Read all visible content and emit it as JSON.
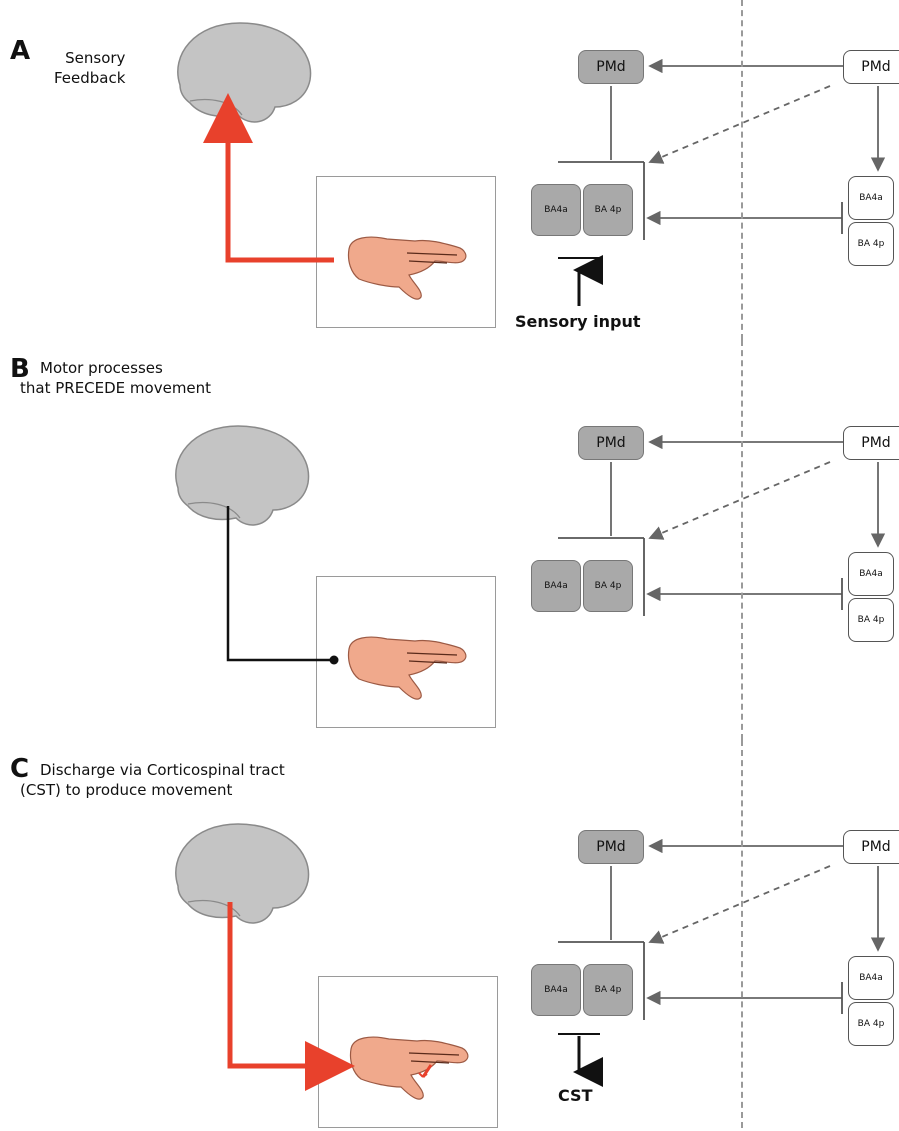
{
  "panels": [
    {
      "letter": "A",
      "caption_lines": [
        "Sensory",
        "Feedback"
      ],
      "pmd_left": "PMd",
      "pmd_right": "PMd",
      "ba4a_left": "BA4a",
      "ba4p_left": "BA 4p",
      "ba4a_right": "BA4a",
      "ba4p_right": "BA 4p",
      "io_label": "Sensory input"
    },
    {
      "letter": "B",
      "caption_lines": [
        "Motor processes",
        "that PRECEDE movement"
      ],
      "pmd_left": "PMd",
      "pmd_right": "PMd",
      "ba4a_left": "BA4a",
      "ba4p_left": "BA 4p",
      "ba4a_right": "BA4a",
      "ba4p_right": "BA 4p",
      "io_label": ""
    },
    {
      "letter": "C",
      "caption_lines": [
        "Discharge via Corticospinal tract",
        "(CST) to produce movement"
      ],
      "pmd_left": "PMd",
      "pmd_right": "PMd",
      "ba4a_left": "BA4a",
      "ba4p_left": "BA 4p",
      "ba4a_right": "BA4a",
      "ba4p_right": "BA 4p",
      "io_label": "CST"
    }
  ],
  "colors": {
    "active_pathway": "#e8412c",
    "inactive_pathway": "#111111",
    "brain": "#c4c4c4",
    "shaded_node": "#a9a9a9",
    "hand": "#f0a98c"
  }
}
